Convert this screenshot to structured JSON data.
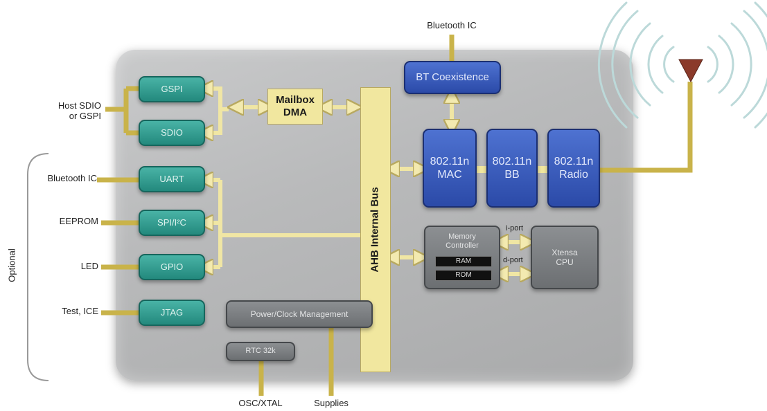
{
  "external": {
    "host_sdio": "Host SDIO\nor GSPI",
    "bluetooth_ic_left": "Bluetooth IC",
    "eeprom": "EEPROM",
    "led": "LED",
    "test_ice": "Test, ICE",
    "bluetooth_ic_top": "Bluetooth IC",
    "osc": "OSC/XTAL",
    "supplies": "Supplies",
    "optional": "Optional"
  },
  "interfaces": {
    "gspi": "GSPI",
    "sdio": "SDIO",
    "uart": "UART",
    "spi_i2c": "SPI/I²C",
    "gpio": "GPIO",
    "jtag": "JTAG"
  },
  "core": {
    "mailbox": "Mailbox\nDMA",
    "ahb_bus": "AHB Internal Bus",
    "bt_coex": "BT Coexistence",
    "mac": "802.11n\nMAC",
    "bb": "802.11n\nBB",
    "radio": "802.11n\nRadio",
    "mem_ctrl": "Memory\nController",
    "ram": "RAM",
    "rom": "ROM",
    "i_port": "i-port",
    "d_port": "d-port",
    "cpu": "Xtensa\nCPU",
    "power": "Power/Clock Management",
    "rtc": "RTC 32k"
  },
  "colors": {
    "bus": "#f1e79f",
    "wire": "#c9b34a",
    "interface": "#2a9a8c",
    "wifi": "#3456b8",
    "antenna": "#8b3a2a"
  }
}
